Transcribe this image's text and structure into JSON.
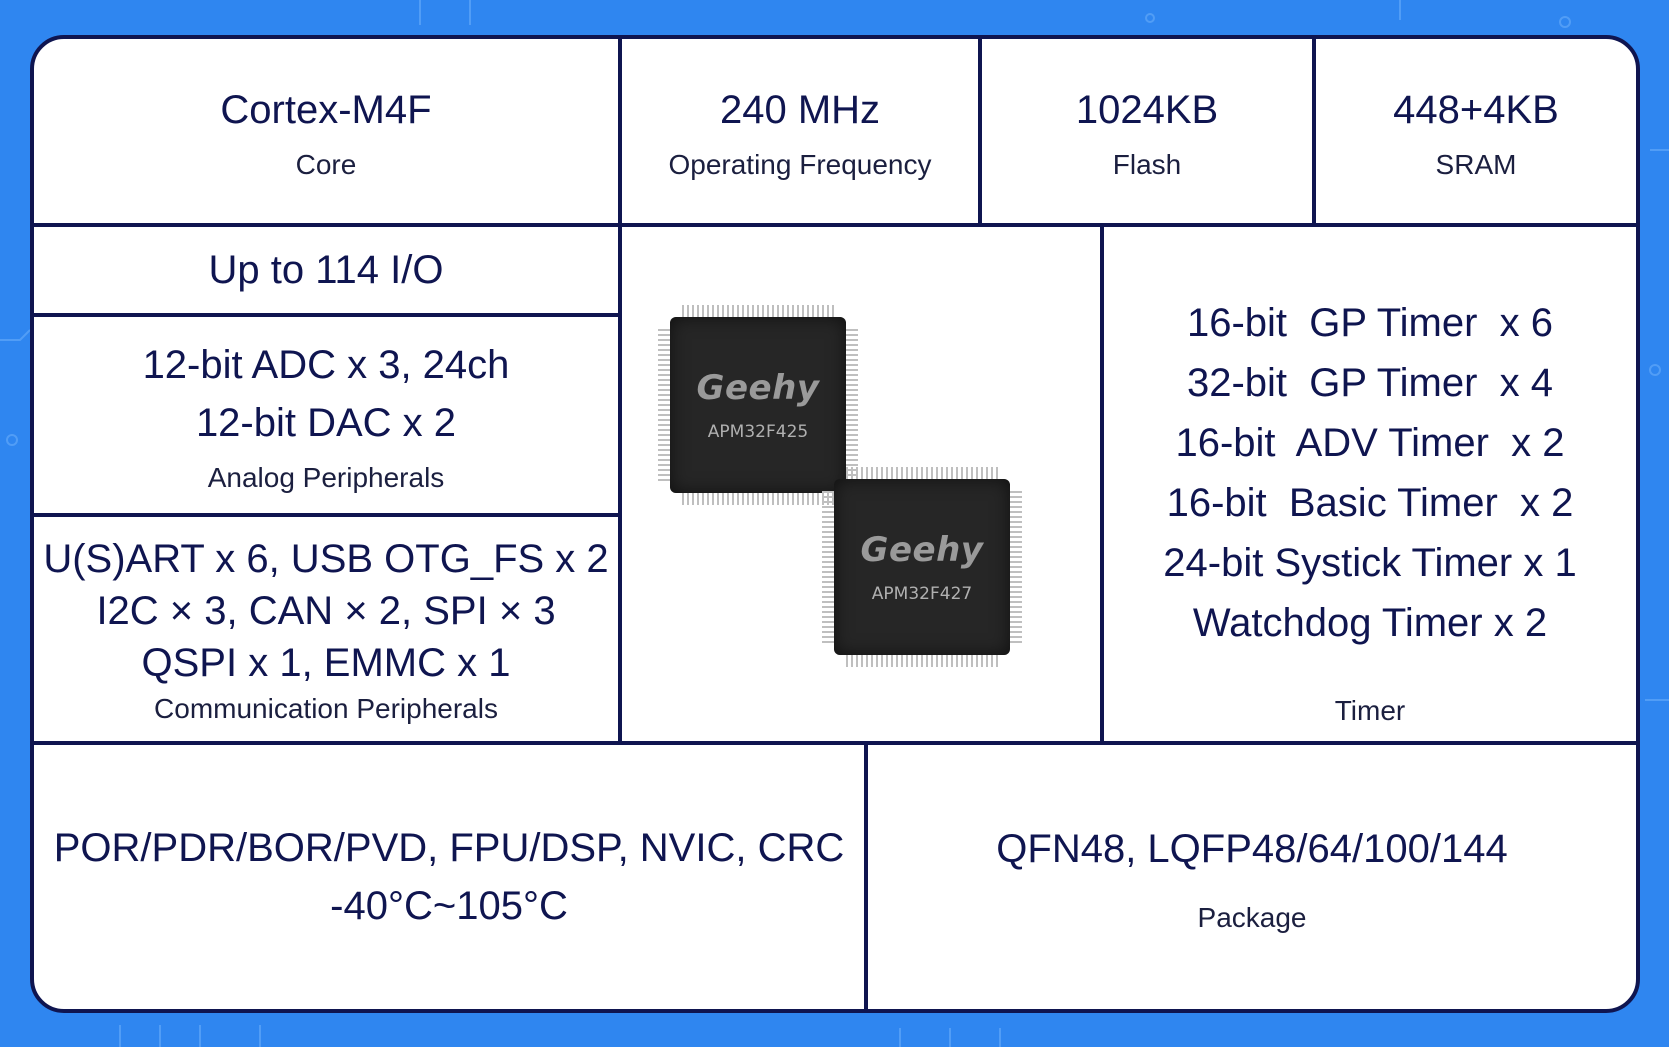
{
  "colors": {
    "background": "#2f86f0",
    "border": "#0f1550",
    "text": "#0f1550"
  },
  "core": {
    "value": "Cortex-M4F",
    "label": "Core"
  },
  "frequency": {
    "value": "240 MHz",
    "label": "Operating Frequency"
  },
  "flash": {
    "value": "1024KB",
    "label": "Flash"
  },
  "sram": {
    "value": "448+4KB",
    "label": "SRAM"
  },
  "io": {
    "value": "Up to 114 I/O"
  },
  "analog": {
    "lines": [
      "12-bit ADC x 3, 24ch",
      "12-bit DAC x 2"
    ],
    "label": "Analog Peripherals"
  },
  "communication": {
    "lines": [
      "U(S)ART x 6, USB OTG_FS x 2",
      "I2C × 3, CAN × 2, SPI × 3",
      "QSPI x 1, EMMC x 1"
    ],
    "label": "Communication Peripherals"
  },
  "chips": [
    {
      "logo": "Geehy",
      "model": "APM32F425"
    },
    {
      "logo": "Geehy",
      "model": "APM32F427"
    }
  ],
  "timer": {
    "lines": [
      "16-bit  GP Timer  x 6",
      "32-bit  GP Timer  x 4",
      "16-bit  ADV Timer  x 2",
      "16-bit  Basic Timer  x 2",
      "24-bit Systick Timer x 1",
      "Watchdog Timer x 2"
    ],
    "label": "Timer"
  },
  "system": {
    "lines": [
      "POR/PDR/BOR/PVD, FPU/DSP, NVIC, CRC",
      "-40°C~105°C"
    ]
  },
  "package": {
    "value": "QFN48, LQFP48/64/100/144",
    "label": "Package"
  }
}
